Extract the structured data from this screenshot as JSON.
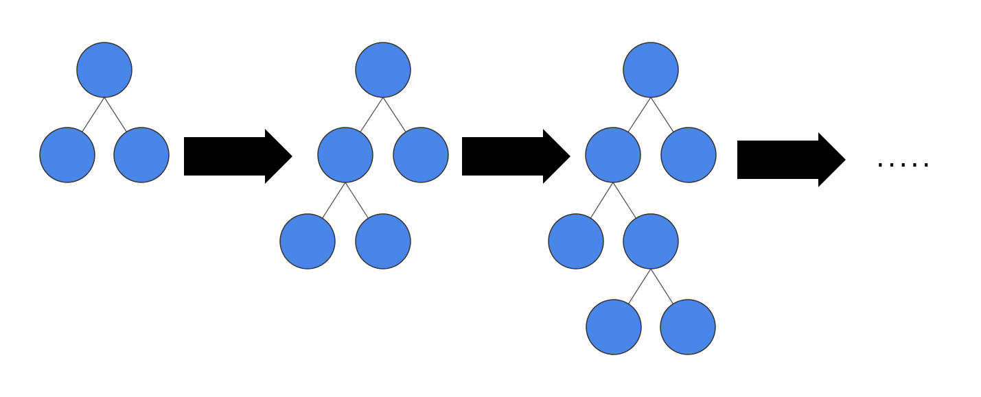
{
  "colors": {
    "node_fill": "#4A86E8",
    "node_stroke": "#333333",
    "edge": "#555555",
    "arrow": "#000000"
  },
  "stages": [
    {
      "name": "tree-stage-1",
      "edges": [
        [
          "root",
          "l"
        ],
        [
          "root",
          "r"
        ]
      ],
      "nodes": [
        "root",
        "l",
        "r"
      ]
    },
    {
      "name": "tree-stage-2",
      "edges": [
        [
          "root",
          "l"
        ],
        [
          "root",
          "r"
        ],
        [
          "l",
          "ll"
        ],
        [
          "l",
          "lr"
        ]
      ],
      "nodes": [
        "root",
        "l",
        "r",
        "ll",
        "lr"
      ]
    },
    {
      "name": "tree-stage-3",
      "edges": [
        [
          "root",
          "l"
        ],
        [
          "root",
          "r"
        ],
        [
          "l",
          "ll"
        ],
        [
          "l",
          "lr"
        ],
        [
          "lr",
          "lrl"
        ],
        [
          "lr",
          "lrr"
        ]
      ],
      "nodes": [
        "root",
        "l",
        "r",
        "ll",
        "lr",
        "lrl",
        "lrr"
      ]
    }
  ],
  "arrows": [
    "arrow-1",
    "arrow-2",
    "arrow-3"
  ],
  "continuation": "....."
}
